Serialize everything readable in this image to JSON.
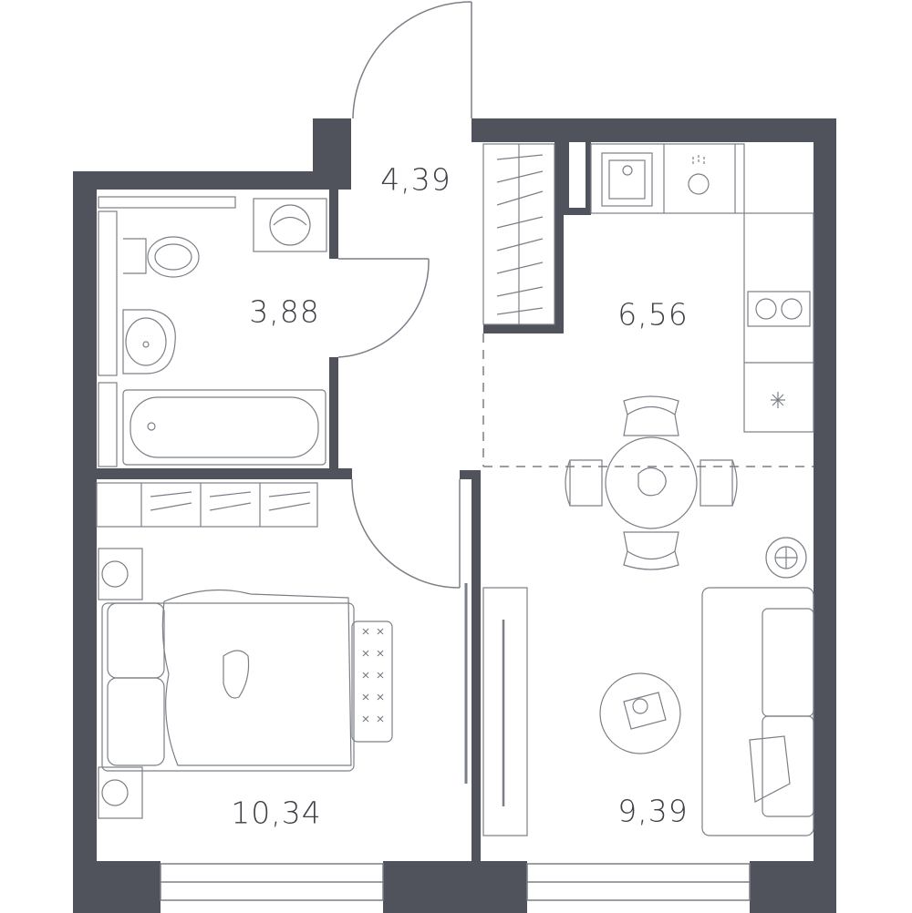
{
  "rooms": {
    "hall": {
      "area": "4,39"
    },
    "bathroom": {
      "area": "3,88"
    },
    "kitchen": {
      "area": "6,56"
    },
    "bedroom": {
      "area": "10,34"
    },
    "living": {
      "area": "9,39"
    }
  },
  "colors": {
    "wall": "#50535b",
    "line": "#7b7f87",
    "text": "#3c3f46",
    "background": "#ffffff"
  }
}
